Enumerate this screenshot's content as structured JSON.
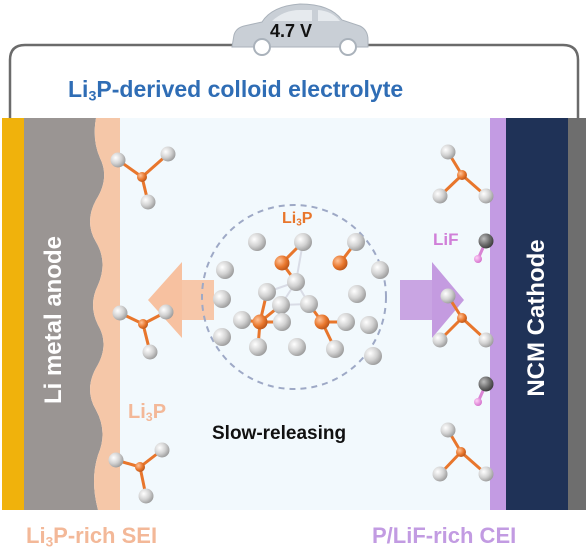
{
  "voltage": "4.7 V",
  "title": {
    "pre": "Li",
    "sub": "3",
    "post": "P-derived colloid electrolyte"
  },
  "anode_label": "Li metal anode",
  "cathode_label": "NCM Cathode",
  "cluster_label": {
    "pre": "Li",
    "sub": "3",
    "post": "P"
  },
  "near_anode_label": {
    "pre": "Li",
    "sub": "3",
    "post": "P"
  },
  "lif_label": "LiF",
  "center_label": "Slow-releasing",
  "sei_label": {
    "pre": "Li",
    "sub": "3",
    "post": "P-rich SEI"
  },
  "cei_label": "P/LiF-rich CEI",
  "colors": {
    "title": "#2f6db5",
    "anode_collector": "#f0b20c",
    "anode": "#9a9593",
    "sei": "#f5c7a8",
    "electrolyte": "#f2f9fd",
    "cei": "#c39be3",
    "cathode": "#1f3257",
    "cathode_collector": "#6e6e6e",
    "phosphorus": "#e8762c",
    "lithium": "#bdbdbd",
    "fluorine": "#d984d4",
    "arrow_left": "#f7c1a0",
    "arrow_right": "#c49be0"
  }
}
